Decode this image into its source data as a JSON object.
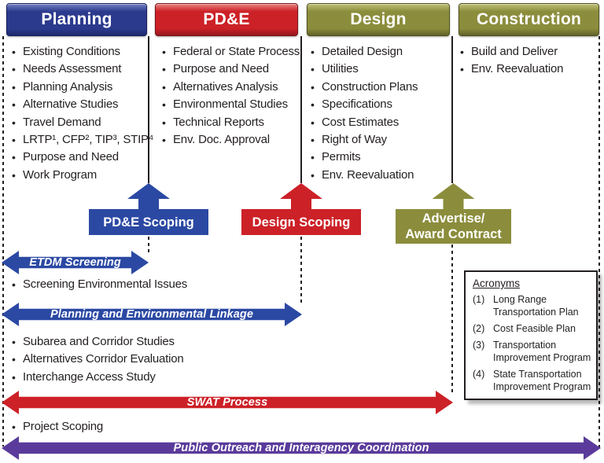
{
  "colors": {
    "planning_blue": "#2c3a8e",
    "accent_blue": "#2b49a3",
    "pde_red": "#cc2127",
    "design_olive": "#8b8d3c",
    "outreach_purple": "#5a3b9b",
    "ink": "#231f20"
  },
  "phases": [
    {
      "title": "Planning",
      "items": [
        "Existing Conditions",
        "Needs Assessment",
        "Planning Analysis",
        "Alternative Studies",
        "Travel Demand",
        "LRTP¹, CFP², TIP³, STIP⁴",
        "Purpose and Need",
        "Work Program"
      ]
    },
    {
      "title": "PD&E",
      "items": [
        "Federal or State Process",
        "Purpose and Need",
        "Alternatives Analysis",
        "Environmental Studies",
        "Technical Reports",
        "Env. Doc. Approval"
      ]
    },
    {
      "title": "Design",
      "items": [
        "Detailed Design",
        "Utilities",
        "Construction Plans",
        "Specifications",
        "Cost Estimates",
        "Right of Way",
        "Permits",
        "Env. Reevaluation"
      ]
    },
    {
      "title": "Construction",
      "items": [
        "Build and Deliver",
        "Env. Reevaluation"
      ]
    }
  ],
  "milestones": [
    {
      "label": "PD&E Scoping"
    },
    {
      "label": "Design Scoping"
    },
    {
      "line1": "Advertise/",
      "line2": "Award Contract"
    }
  ],
  "spans": [
    {
      "label": "ETDM Screening"
    },
    {
      "label": "Planning and Environmental Linkage"
    },
    {
      "label": "SWAT Process"
    },
    {
      "label": "Public Outreach and Interagency Coordination"
    }
  ],
  "sub_bullets": {
    "screening": [
      "Screening Environmental Issues"
    ],
    "pel": [
      "Subarea and Corridor Studies",
      "Alternatives Corridor Evaluation",
      "Interchange Access Study"
    ],
    "swat": [
      "Project Scoping"
    ]
  },
  "acronyms": {
    "title": "Acronyms",
    "items": [
      {
        "num": "(1)",
        "text": "Long Range Transportation Plan"
      },
      {
        "num": "(2)",
        "text": "Cost Feasible Plan"
      },
      {
        "num": "(3)",
        "text": "Transportation Improvement Program"
      },
      {
        "num": "(4)",
        "text": "State Transportation Improvement Program"
      }
    ]
  }
}
